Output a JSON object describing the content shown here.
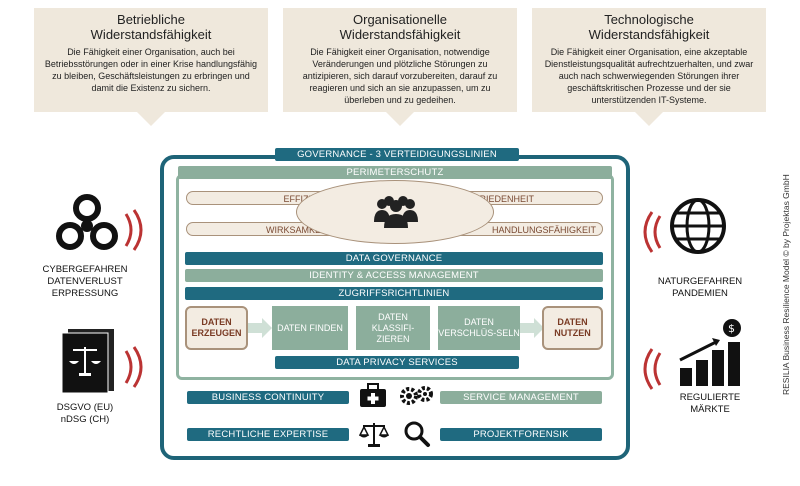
{
  "top_boxes": [
    {
      "title1": "Betriebliche",
      "title2": "Widerstandsfähigkeit",
      "text": "Die Fähigkeit einer Organisation, auch bei Betriebsstörungen oder in einer Krise handlungsfähig zu bleiben, Geschäftsleistungen zu erbringen und damit die Existenz zu sichern."
    },
    {
      "title1": "Organisationelle",
      "title2": "Widerstandsfähigkeit",
      "text": "Die Fähigkeit einer Organisation, notwendige Veränderungen und plötzliche Störungen zu antizipieren, sich darauf vorzubereiten, darauf zu reagieren und sich an sie anzupassen, um zu überleben und zu gedeihen."
    },
    {
      "title1": "Technologische",
      "title2": "Widerstandsfähigkeit",
      "text": "Die Fähigkeit einer Organisation, eine akzeptable Dienstleistungsqualität aufrechtzuerhalten, und zwar auch nach schwerwiegenden Störungen ihrer geschäftskritischen Prozesse und der sie unterstützenden IT-Systeme."
    }
  ],
  "governance": "GOVERNANCE - 3 VERTEIDIGUNGSLINIEN",
  "perimeter": "PERIMETERSCHUTZ",
  "pills": {
    "effizienz": "EFFIZIENZ",
    "zufriedenheit": "ZUFRIEDENHEIT",
    "wirksamkeit": "WIRKSAMKEIT",
    "handlung": "HANDLUNGSFÄHIGKEIT"
  },
  "bars": {
    "data_governance": "DATA GOVERNANCE",
    "iam": "IDENTITY & ACCESS MANAGEMENT",
    "zugriff": "ZUGRIFFSRICHTLINIEN",
    "privacy": "DATA PRIVACY SERVICES"
  },
  "flow": {
    "erzeugen": "DATEN ERZEUGEN",
    "finden": "DATEN FINDEN",
    "klassifizieren": "DATEN KLASSIFI-ZIEREN",
    "verschluesseln": "DATEN VERSCHLÜS-SELN",
    "nutzen": "DATEN NUTZEN"
  },
  "bottom": {
    "bc": "BUSINESS CONTINUITY",
    "sm": "SERVICE MANAGEMENT",
    "re": "RECHTLICHE EXPERTISE",
    "pf": "PROJEKTFORENSIK"
  },
  "left": {
    "cyber1": "CYBERGEFAHREN",
    "cyber2": "DATENVERLUST",
    "cyber3": "ERPRESSUNG",
    "dsgvo1": "DSGVO (EU)",
    "dsgvo2": "nDSG (CH)"
  },
  "right": {
    "natur1": "NATURGEFAHREN",
    "natur2": "PANDEMIEN",
    "markt1": "REGULIERTE",
    "markt2": "MÄRKTE"
  },
  "credit": "RESILIA Business Resilience Model © by Projektas GmbH",
  "colors": {
    "teal": "#1f6a80",
    "green": "#8cae9c",
    "beige": "#efe8dc",
    "brown": "#a9927b"
  }
}
